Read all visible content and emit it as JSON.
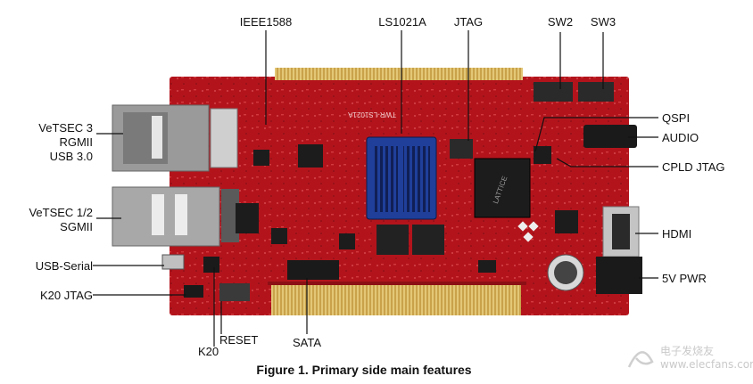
{
  "labels": {
    "ieee1588": "IEEE1588",
    "ls1021a": "LS1021A",
    "jtag": "JTAG",
    "sw2": "SW2",
    "sw3": "SW3",
    "qspi": "QSPI",
    "audio": "AUDIO",
    "cpld_jtag": "CPLD JTAG",
    "hdmi": "HDMI",
    "pwr_5v": "5V PWR",
    "vetsec3_line1": "VeTSEC 3",
    "vetsec3_line2": "RGMII",
    "vetsec3_line3": "USB 3.0",
    "vetsec12_line1": "VeTSEC 1/2",
    "vetsec12_line2": "SGMII",
    "usb_serial": "USB-Serial",
    "k20_jtag": "K20 JTAG",
    "reset": "RESET",
    "k20": "K20",
    "sata": "SATA"
  },
  "caption": "Figure 1. Primary side main features",
  "watermark": {
    "line1": "电子发烧友",
    "line2": "www.elecfans.com"
  },
  "board_text": {
    "silkscreen": "TWR-LS1021A",
    "chip": "LATTICE"
  },
  "colors": {
    "board": "#b3141c",
    "heatsink": "#1f3f9a",
    "text": "#111111"
  }
}
